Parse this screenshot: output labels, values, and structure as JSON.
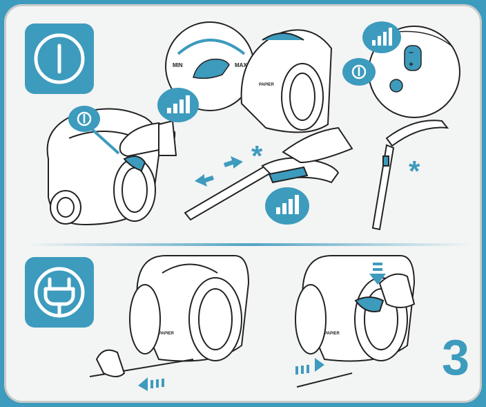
{
  "page": {
    "step_number": "3",
    "dial_min_label": "MIN",
    "dial_max_label": "MAX",
    "brand_text": "PAPIER",
    "star_symbol": "*"
  },
  "icons": {
    "power": "power-icon",
    "plug": "plug-icon",
    "signal": "signal-bars-icon",
    "plus": "plus-icon",
    "minus": "minus-icon"
  },
  "colors": {
    "accent": "#3d9bbd",
    "frame_bg": "#f3f4f4",
    "line": "#222222"
  }
}
